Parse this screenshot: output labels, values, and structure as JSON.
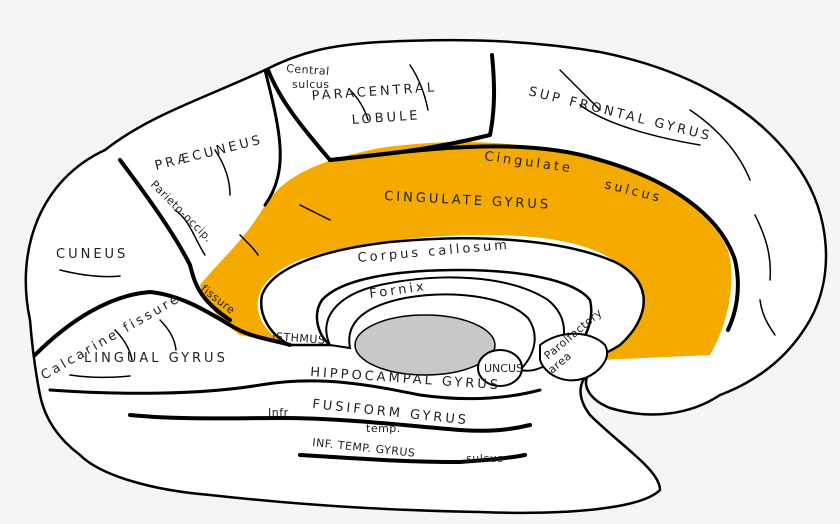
{
  "labels": {
    "central_sulcus_a": "Central",
    "central_sulcus_b": "sulcus",
    "paracentral_a": "PARACENTRAL",
    "paracentral_b": "LOBULE",
    "sup_frontal": "SUP FRONTAL GYRUS",
    "praecuneus": "PRÆCUNEUS",
    "parieto_occip": "Parieto-occip.",
    "cingulate_sulcus_a": "Cingulate",
    "cingulate_sulcus_b": "sulcus",
    "cingulate_gyrus": "CINGULATE GYRUS",
    "corpus_callosum": "Corpus callosum",
    "fornix": "Fornix",
    "cuneus": "CUNEUS",
    "fissure": "fissure",
    "calcarine": "Calcarine fissure",
    "isthmus": "ISTHMUS",
    "uncus": "UNCUS",
    "parolfactory_a": "Parolfactory",
    "parolfactory_b": "area",
    "lingual": "LINGUAL GYRUS",
    "hippocampal": "HIPPOCAMPAL GYRUS",
    "fusiform": "FUSIFORM GYRUS",
    "infr": "Infr",
    "temp": "temp.",
    "inf_temp": "INF. TEMP. GYRUS",
    "sulcus_bottom": "sulcus"
  },
  "colors": {
    "brain_fill": "#ffffff",
    "outline": "#000000",
    "cingulate_highlight": "#f5aa00",
    "thalamus": "#c8c8c8",
    "background": "#f5f5f5"
  }
}
